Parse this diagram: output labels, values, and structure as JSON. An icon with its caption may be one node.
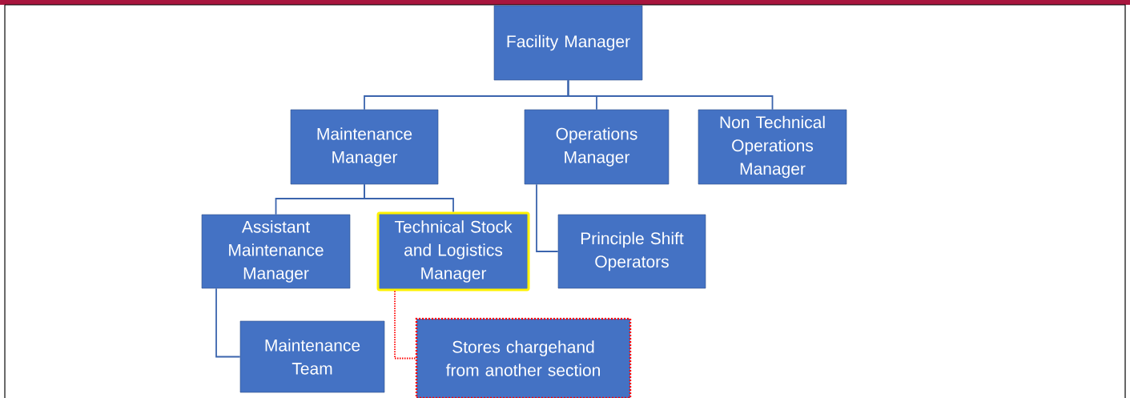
{
  "diagram": {
    "nodes": [
      {
        "text": [
          "Facility Manager"
        ]
      },
      {
        "text": [
          "Maintenance Manager"
        ]
      },
      {
        "text": [
          "Operations Manager"
        ]
      },
      {
        "text": [
          "Non Technical Operations Manager"
        ]
      },
      {
        "text": [
          "Assistant Maintenance Manager"
        ]
      },
      {
        "text": [
          "Technical Stock and Logistics Manager"
        ]
      },
      {
        "text": [
          "Principle Shift Operators"
        ]
      },
      {
        "text": [
          "Maintenance Team"
        ]
      },
      {
        "text": [
          "Stores chargehand from another section"
        ]
      }
    ],
    "edges": [
      {
        "from": 0,
        "to": 1,
        "arrow": "none"
      },
      {
        "from": 0,
        "to": 2,
        "arrow": "none"
      },
      {
        "from": 0,
        "to": 3,
        "arrow": "none"
      },
      {
        "from": 1,
        "to": 4,
        "arrow": "none"
      },
      {
        "from": 1,
        "to": 5,
        "arrow": "none"
      },
      {
        "from": 2,
        "to": 6,
        "arrow": "none"
      },
      {
        "from": 4,
        "to": 7,
        "arrow": "none"
      },
      {
        "from": 5,
        "to": 8,
        "arrow": "none",
        "style": "dashed",
        "color": "#ff0000"
      }
    ]
  }
}
